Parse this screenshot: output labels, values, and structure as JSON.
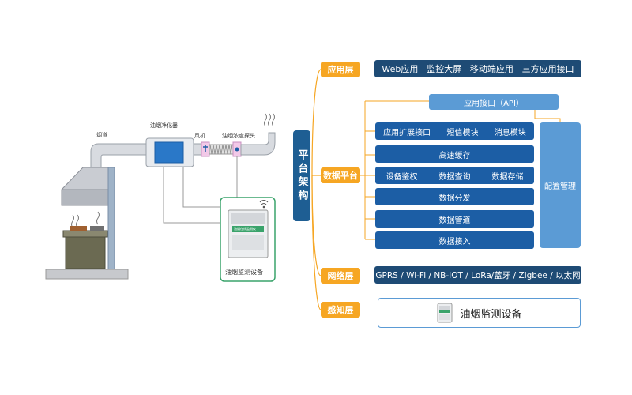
{
  "left_labels": {
    "flue": "烟道",
    "purifier": "油烟净化器",
    "fan": "风机",
    "probe": "油烟浓度探头",
    "device_caption": "油烟监测设备",
    "device_screen_text": "油烟在线监测仪"
  },
  "platform_title": "平台架构",
  "layers": {
    "application": {
      "label": "应用层",
      "items": [
        "Web应用",
        "监控大屏",
        "移动端应用",
        "三方应用接口"
      ]
    },
    "data_platform": {
      "label": "数据平台",
      "api": "应用接口（API）",
      "row1": [
        "应用扩展接口",
        "短信模块",
        "消息模块"
      ],
      "cache": "高速缓存",
      "row3": [
        "设备鉴权",
        "数据查询",
        "数据存储"
      ],
      "distribute": "数据分发",
      "pipeline": "数据管道",
      "ingest": "数据接入",
      "config": "配置管理"
    },
    "network": {
      "label": "网络层",
      "text": "GPRS / Wi-Fi / NB-IOT / LoRa/蓝牙 / Zigbee / 以太网"
    },
    "sensing": {
      "label": "感知层",
      "device": "油烟监测设备"
    }
  },
  "colors": {
    "orange": "#f6a623",
    "dark_blue": "#1e4b75",
    "mid_blue": "#1c5ea5",
    "light_blue": "#5b9bd5",
    "green_border": "#3aa36b"
  }
}
